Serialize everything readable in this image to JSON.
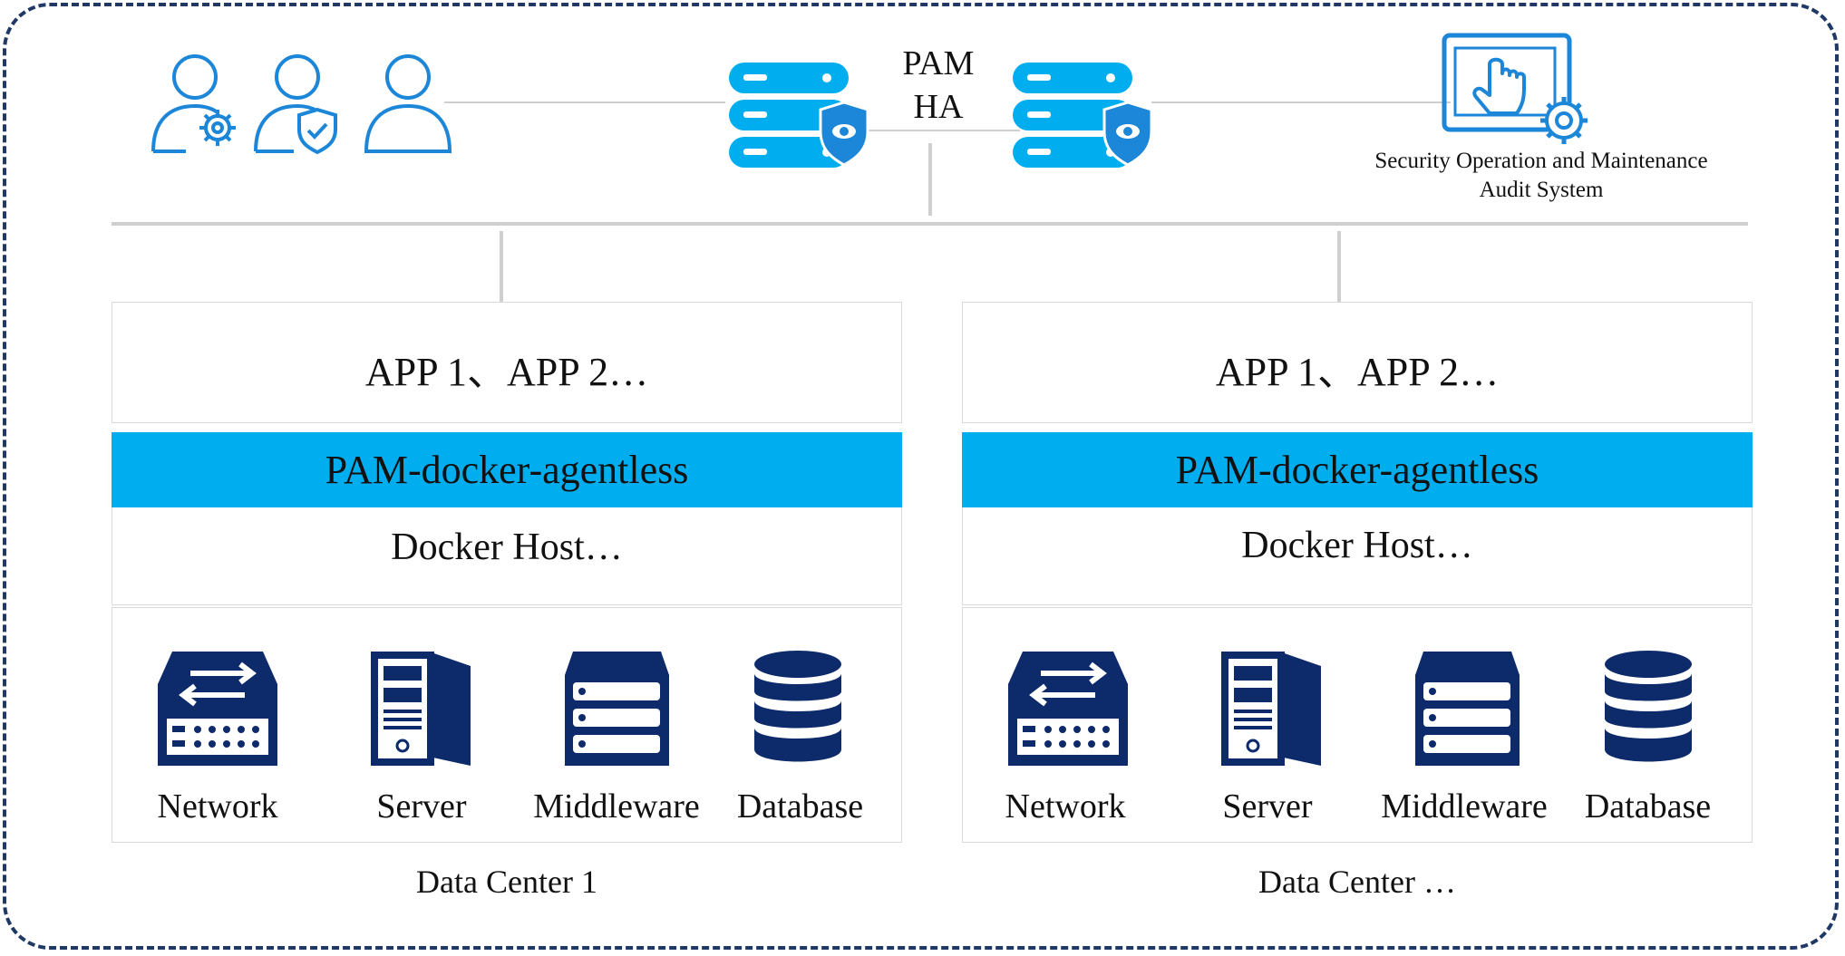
{
  "pam": {
    "line1": "PAM",
    "line2": "HA"
  },
  "audit_system": {
    "line1": "Security Operation and Maintenance",
    "line2": "Audit System"
  },
  "data_centers": [
    {
      "apps": "APP 1、APP 2…",
      "agent": "PAM-docker-agentless",
      "host": "Docker Host…",
      "resources": [
        "Network",
        "Server",
        "Middleware",
        "Database"
      ],
      "label": "Data Center 1"
    },
    {
      "apps": "APP 1、APP 2…",
      "agent": "PAM-docker-agentless",
      "host": "Docker Host…",
      "resources": [
        "Network",
        "Server",
        "Middleware",
        "Database"
      ],
      "label": "Data Center …"
    }
  ],
  "icons": {
    "users": [
      "user-gear-icon",
      "user-shield-icon",
      "user-icon"
    ],
    "pam_servers": [
      "server-shield-icon",
      "server-shield-icon"
    ],
    "audit": "touch-gear-screen-icon",
    "resources": [
      "network-switch-icon",
      "server-tower-icon",
      "middleware-stack-icon",
      "database-icon"
    ]
  },
  "colors": {
    "frame": "#1f3864",
    "accent": "#00aeef",
    "icon_dark": "#0d2a6b",
    "icon_blue": "#1c86d8",
    "line": "#cfcfcf"
  }
}
